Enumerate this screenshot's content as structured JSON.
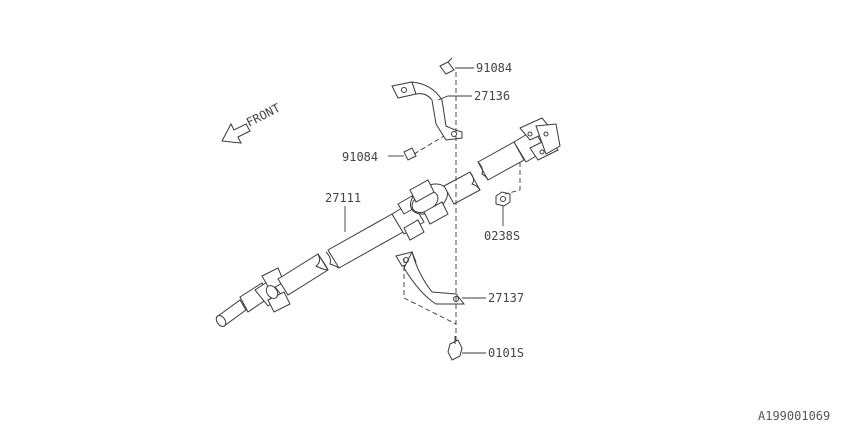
{
  "diagram": {
    "front_label": "FRONT",
    "diagram_id": "A199001069",
    "callouts": [
      {
        "id": "screw-top",
        "label": "91084"
      },
      {
        "id": "bracket-upper",
        "label": "27136"
      },
      {
        "id": "screw-left",
        "label": "91084"
      },
      {
        "id": "propeller-shaft",
        "label": "27111"
      },
      {
        "id": "nut",
        "label": "0238S"
      },
      {
        "id": "bracket-lower",
        "label": "27137"
      },
      {
        "id": "bolt",
        "label": "0101S"
      }
    ]
  }
}
